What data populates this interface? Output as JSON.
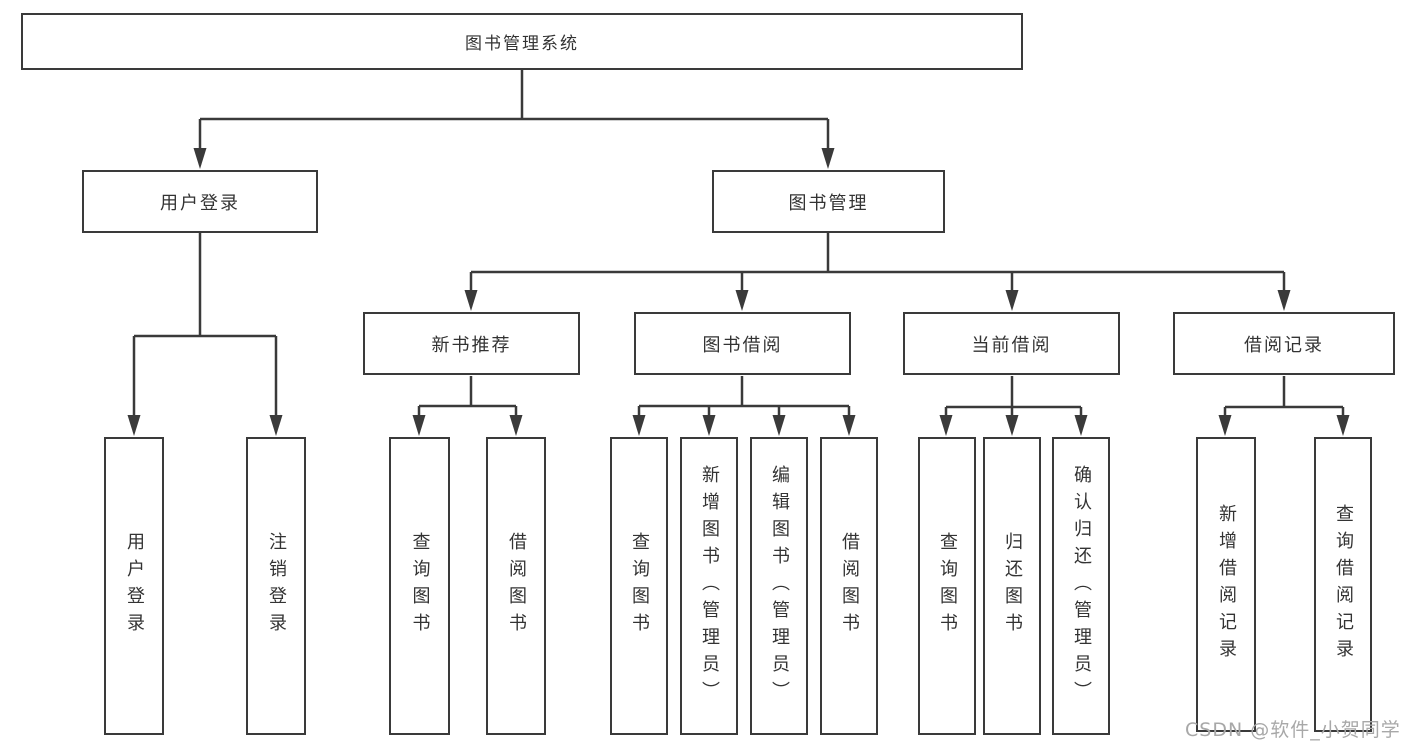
{
  "diagram": {
    "title": "图书管理系统",
    "tree": {
      "root": {
        "label": "图书管理系统",
        "children": [
          {
            "label": "用户登录",
            "children": [
              {
                "label": "用户登录"
              },
              {
                "label": "注销登录"
              }
            ]
          },
          {
            "label": "图书管理",
            "children": [
              {
                "label": "新书推荐",
                "children": [
                  {
                    "label": "查询图书"
                  },
                  {
                    "label": "借阅图书"
                  }
                ]
              },
              {
                "label": "图书借阅",
                "children": [
                  {
                    "label": "查询图书"
                  },
                  {
                    "label": "新增图书（管理员）"
                  },
                  {
                    "label": "编辑图书（管理员）"
                  },
                  {
                    "label": "借阅图书"
                  }
                ]
              },
              {
                "label": "当前借阅",
                "children": [
                  {
                    "label": "查询图书"
                  },
                  {
                    "label": "归还图书"
                  },
                  {
                    "label": "确认归还（管理员）"
                  }
                ]
              },
              {
                "label": "借阅记录",
                "children": [
                  {
                    "label": "新增借阅记录"
                  },
                  {
                    "label": "查询借阅记录"
                  }
                ]
              }
            ]
          }
        ]
      }
    },
    "colors": {
      "line": "#3a3a3a",
      "text": "#333333",
      "background": "#ffffff",
      "watermark": "#a8a8a8"
    }
  },
  "watermark": {
    "text": "CSDN @软件_小贺同学"
  }
}
